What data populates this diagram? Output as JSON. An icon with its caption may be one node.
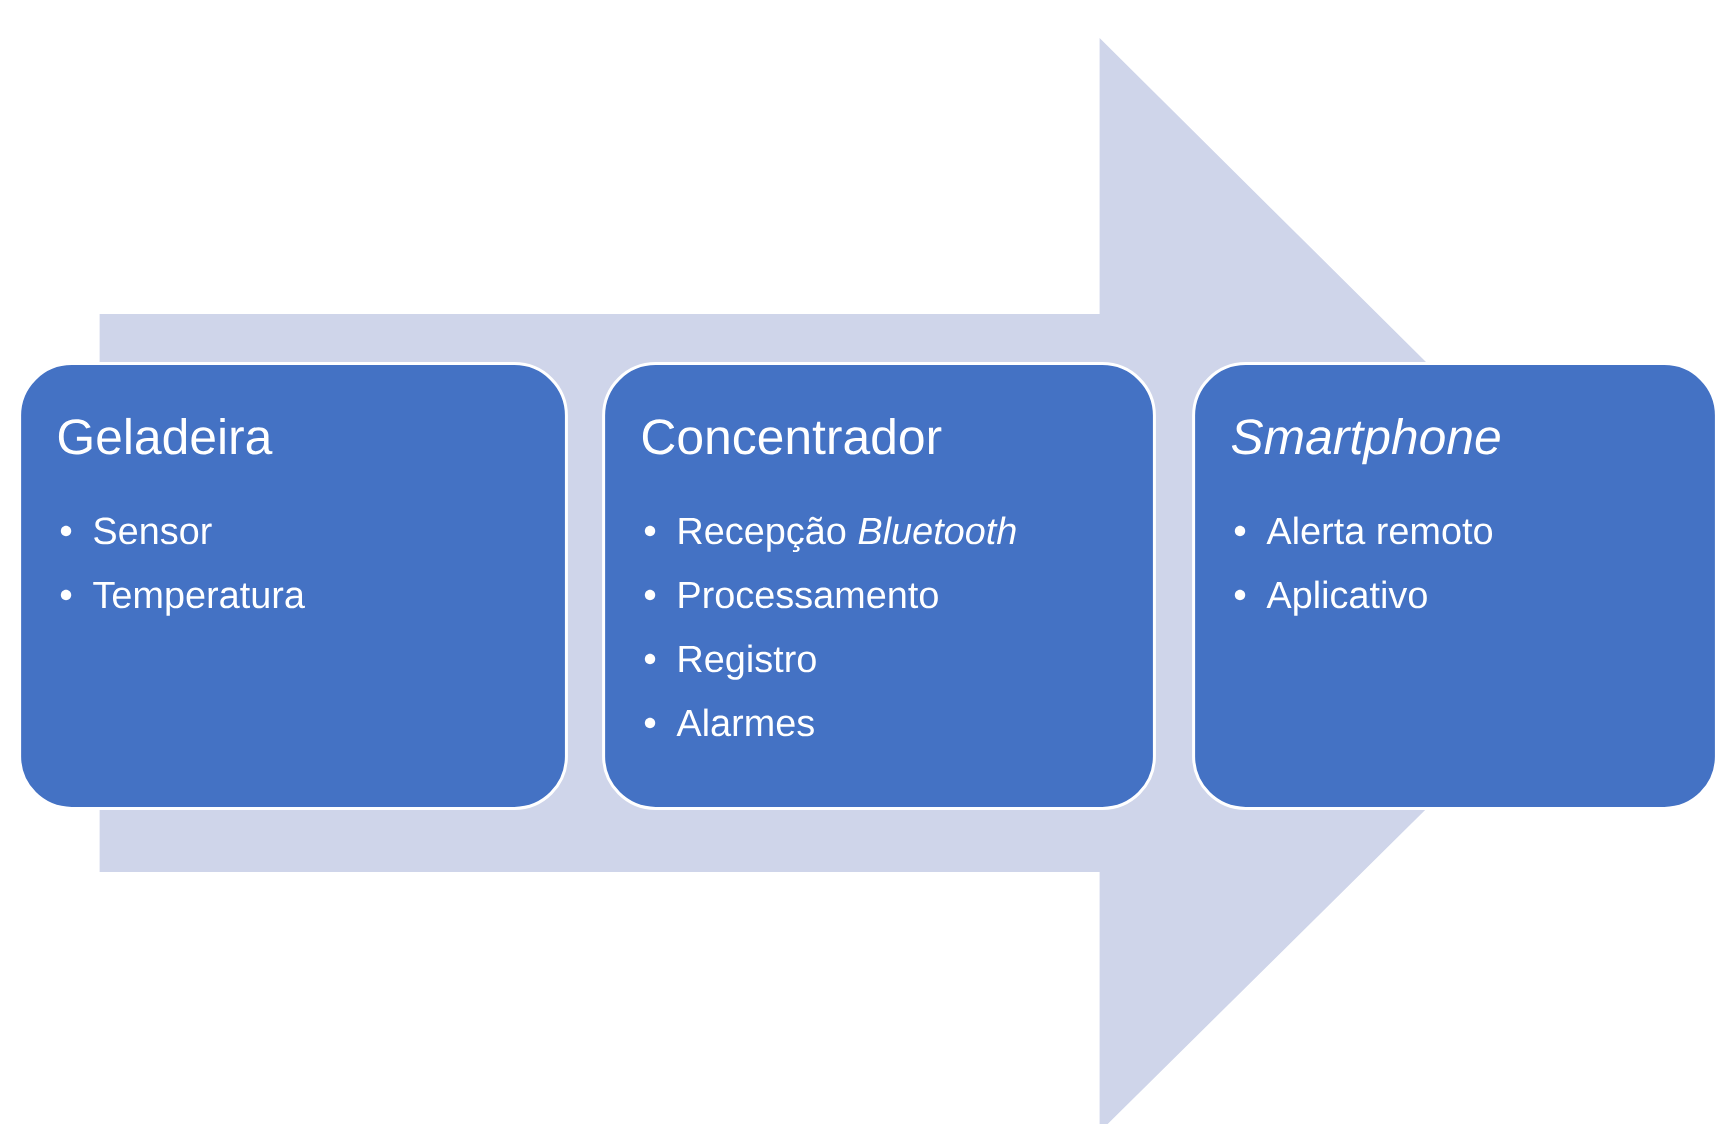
{
  "diagram": {
    "nodes": [
      {
        "text": [
          "Geladeira",
          "Sensor",
          "Temperatura"
        ]
      },
      {
        "text": [
          "Concentrador",
          "Recepção *Bluetooth*",
          "Processamento",
          "Registro",
          "Alarmes"
        ]
      },
      {
        "text": [
          "Smartphone",
          "Alerta remoto",
          "Aplicativo"
        ]
      }
    ],
    "edges": [
      {
        "from": 0,
        "to": 2,
        "arrow": "to"
      }
    ]
  }
}
